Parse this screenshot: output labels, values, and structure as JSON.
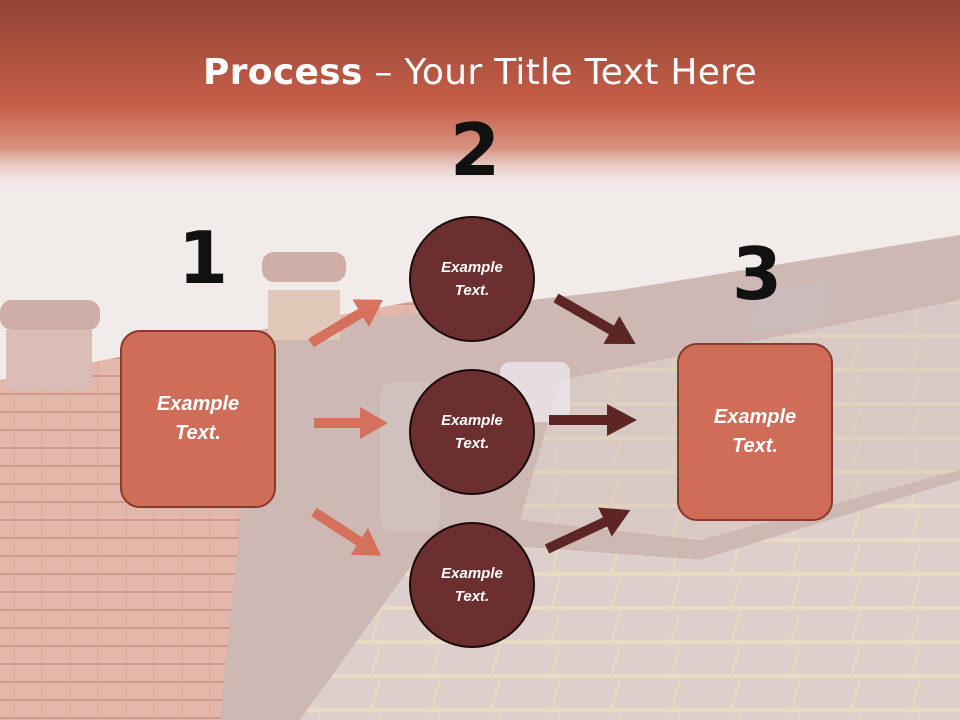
{
  "title": {
    "bold": "Process",
    "rest": " – Your Title Text Here"
  },
  "steps": {
    "one": "1",
    "two": "2",
    "three": "3"
  },
  "left_box": {
    "line1": "Example",
    "line2": "Text."
  },
  "circles": [
    {
      "line1": "Example",
      "line2": "Text."
    },
    {
      "line1": "Example",
      "line2": "Text."
    },
    {
      "line1": "Example",
      "line2": "Text."
    }
  ],
  "right_box": {
    "line1": "Example",
    "line2": "Text."
  },
  "colors": {
    "header": "#c55a45",
    "box": "#d06d58",
    "circle": "#6b2f2f",
    "arrow_light": "#d66a55",
    "arrow_dark": "#5e2525"
  }
}
